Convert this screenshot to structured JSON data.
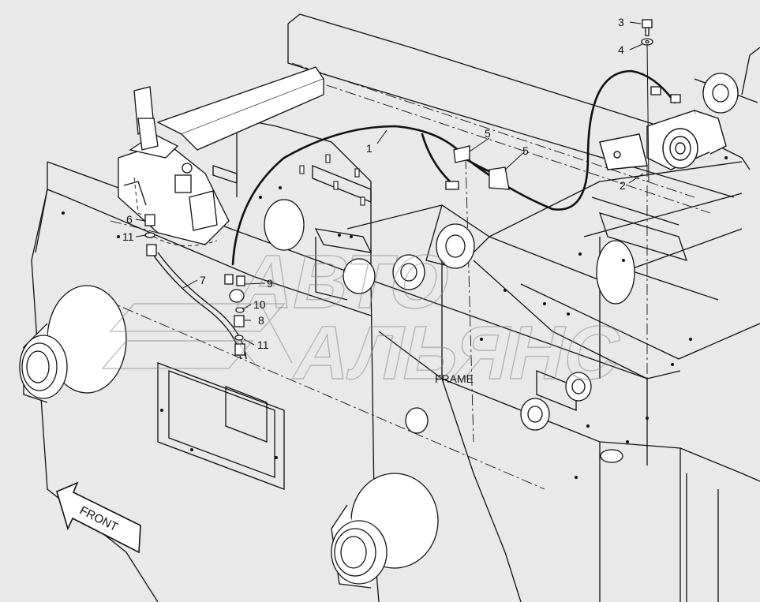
{
  "diagram": {
    "background": "#e9e9e9",
    "line_color": "#111111",
    "frame_label": "FRAME",
    "front_arrow_label": "FRONT",
    "watermark": {
      "line1": "АВТО",
      "line2": "АЛЬЯНС"
    },
    "callouts": [
      "1",
      "2",
      "3",
      "4",
      "5",
      "5",
      "6",
      "7",
      "8",
      "9",
      "10",
      "11",
      "11"
    ]
  }
}
